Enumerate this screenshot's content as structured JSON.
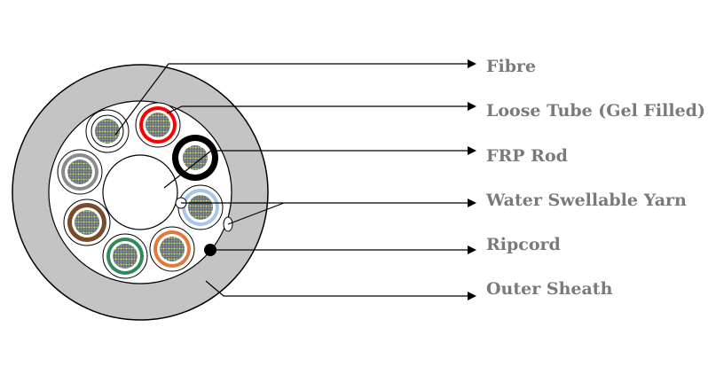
{
  "labels": {
    "fibre": "Fibre",
    "loose_tube": "Loose Tube (Gel Filled)",
    "frp_rod": "FRP Rod",
    "water_swellable_yarn": "Water Swellable Yarn",
    "ripcord": "Ripcord",
    "outer_sheath": "Outer Sheath"
  },
  "colors": {
    "sheath": "#c4c4c4",
    "label_text": "#7a7a7a",
    "outline": "#000000",
    "tube_rings": [
      "#ff0000",
      "#000000",
      "#a9c6e8",
      "#e07a3a",
      "#2e8b57",
      "#7a4a2a",
      "#8a8a8a",
      "#ffffff"
    ]
  }
}
